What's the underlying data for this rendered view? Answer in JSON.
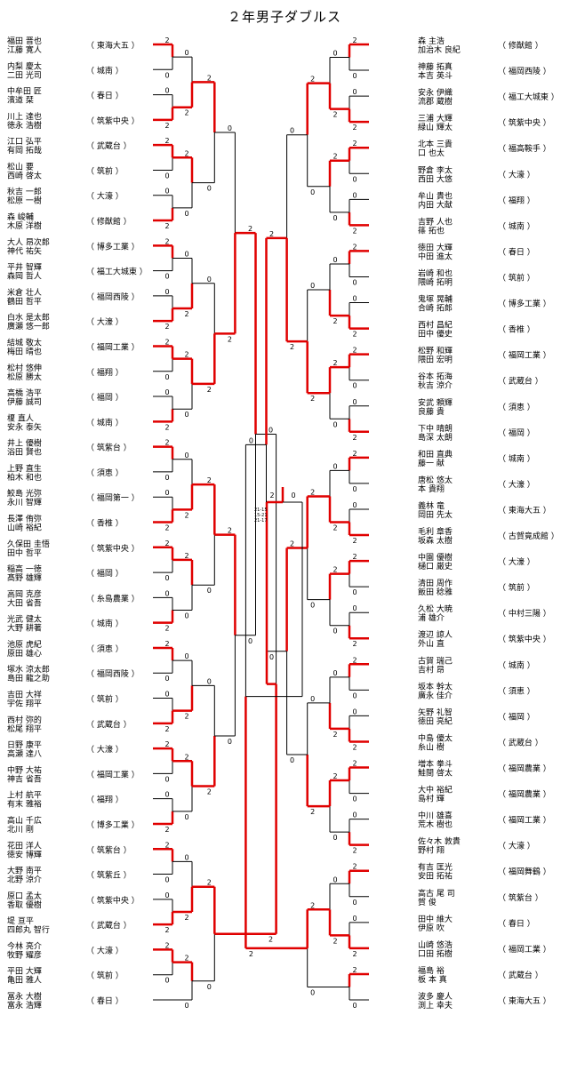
{
  "title": "２年男子ダブルス",
  "left": [
    {
      "p1": "福田 晋也",
      "p2": "江藤 寛人",
      "school": "東海大五"
    },
    {
      "p1": "内梨 慶太",
      "p2": "二田 光司",
      "school": "城南"
    },
    {
      "p1": "中牟田 匠",
      "p2": "濱道 栞",
      "school": "春日"
    },
    {
      "p1": "川上 達也",
      "p2": "徳永 浩樹",
      "school": "筑紫中央"
    },
    {
      "p1": "江口 弘平",
      "p2": "有岡 拓哉",
      "school": "武蔵台"
    },
    {
      "p1": "松山 要",
      "p2": "西崎 啓太",
      "school": "筑前"
    },
    {
      "p1": "秋吉 一郎",
      "p2": "松原 一樹",
      "school": "大濠"
    },
    {
      "p1": "森 峻輔",
      "p2": "木原 洋樹",
      "school": "修猷館"
    },
    {
      "p1": "大人 昂次郎",
      "p2": "神代 祐矢",
      "school": "博多工業"
    },
    {
      "p1": "平井 智輝",
      "p2": "森岡 哲人",
      "school": "福工大城東"
    },
    {
      "p1": "米倉 壮人",
      "p2": "鶴田 哲平",
      "school": "福岡西陵"
    },
    {
      "p1": "白水 是太郎",
      "p2": "廣瀬 悠一郎",
      "school": "大濠"
    },
    {
      "p1": "結城 敬太",
      "p2": "梅田 晴也",
      "school": "福岡工業"
    },
    {
      "p1": "松村 悠伸",
      "p2": "松原 勝太",
      "school": "福翔"
    },
    {
      "p1": "高橋 浩平",
      "p2": "伊藤 誠司",
      "school": "福岡"
    },
    {
      "p1": "榎 直人",
      "p2": "安永 泰矢",
      "school": "城南"
    },
    {
      "p1": "井上 優樹",
      "p2": "浴田 賢也",
      "school": "筑紫台"
    },
    {
      "p1": "上野 直生",
      "p2": "柏木 和也",
      "school": "須恵"
    },
    {
      "p1": "鮫島 光弥",
      "p2": "永川 智輝",
      "school": "福岡第一"
    },
    {
      "p1": "長澤 侑弥",
      "p2": "山崎 裕紀",
      "school": "香椎"
    },
    {
      "p1": "久保田 圭悟",
      "p2": "田中 哲平",
      "school": "筑紫中央"
    },
    {
      "p1": "稲高 一徳",
      "p2": "髙野 雄輝",
      "school": "福岡"
    },
    {
      "p1": "高岡 克彦",
      "p2": "大田 省吾",
      "school": "糸島農業"
    },
    {
      "p1": "光武 健太",
      "p2": "大野 耕著",
      "school": "城南"
    },
    {
      "p1": "池原 虎紀",
      "p2": "原田 雄心",
      "school": "須恵"
    },
    {
      "p1": "塚水 涼太郎",
      "p2": "島田 龍之助",
      "school": "福岡西陵"
    },
    {
      "p1": "吉田 大祥",
      "p2": "宇佐 翔平",
      "school": "筑前"
    },
    {
      "p1": "西村 弥的",
      "p2": "松尾 翔平",
      "school": "武蔵台"
    },
    {
      "p1": "日野 康平",
      "p2": "高瀬 達八",
      "school": "大濠"
    },
    {
      "p1": "中野 大祐",
      "p2": "神吉 省吾",
      "school": "福岡工業"
    },
    {
      "p1": "上村 航平",
      "p2": "有末 雅裕",
      "school": "福翔"
    },
    {
      "p1": "高山 千広",
      "p2": "北川 剛",
      "school": "博多工業"
    },
    {
      "p1": "花田 洋人",
      "p2": "徳安 博輝",
      "school": "筑紫台"
    },
    {
      "p1": "大野 南平",
      "p2": "北野 涼介",
      "school": "筑紫丘"
    },
    {
      "p1": "原口 孟太",
      "p2": "香取 優樹",
      "school": "筑紫中央"
    },
    {
      "p1": "堤 亘平",
      "p2": "四郎丸 智行",
      "school": "武蔵台"
    },
    {
      "p1": "今林 亮介",
      "p2": "牧野 耀彦",
      "school": "大濠"
    },
    {
      "p1": "平田 大輝",
      "p2": "亀田 雅人",
      "school": "筑前"
    },
    {
      "p1": "冨永 大樹",
      "p2": "富永 浩輝",
      "school": "春日"
    }
  ],
  "right": [
    {
      "p1": "森 主浩",
      "p2": "加治木 良紀",
      "school": "修猷館"
    },
    {
      "p1": "神藤 拓真",
      "p2": "本吉 英斗",
      "school": "福岡西陵"
    },
    {
      "p1": "安永 伊織",
      "p2": "流郡 蔵樹",
      "school": "福工大城東"
    },
    {
      "p1": "三浦 大輝",
      "p2": "緑山 輝太",
      "school": "筑紫中央"
    },
    {
      "p1": "北本 三貴",
      "p2": "口 也太",
      "school": "福高鞍手"
    },
    {
      "p1": "野倉 李太",
      "p2": "西田 大悠",
      "school": "大濠"
    },
    {
      "p1": "牟山 貴也",
      "p2": "内田 大献",
      "school": "福翔"
    },
    {
      "p1": "吉野 人也",
      "p2": "篠 拓也",
      "school": "城南"
    },
    {
      "p1": "徳田 大輝",
      "p2": "中田 進太",
      "school": "春日"
    },
    {
      "p1": "岩崎 和也",
      "p2": "隈崎 拓明",
      "school": "筑前"
    },
    {
      "p1": "鬼塚 晃輔",
      "p2": "合崎 拓郎",
      "school": "博多工業"
    },
    {
      "p1": "西村 昌紀",
      "p2": "田中 優史",
      "school": "香椎"
    },
    {
      "p1": "松野 和輝",
      "p2": "隈田 宏明",
      "school": "福岡工業"
    },
    {
      "p1": "谷本 拓海",
      "p2": "秋吉 涼介",
      "school": "武蔵台"
    },
    {
      "p1": "安武 頼輝",
      "p2": "良藤 貴",
      "school": "須恵"
    },
    {
      "p1": "下中 晴朗",
      "p2": "島深 太朗",
      "school": "福岡"
    },
    {
      "p1": "和田 直典",
      "p2": "藤一 献",
      "school": "城南"
    },
    {
      "p1": "唐松 悠太",
      "p2": "本 貴翔",
      "school": "大濠"
    },
    {
      "p1": "義林 竜",
      "p2": "岡田 先太",
      "school": "東海大五"
    },
    {
      "p1": "毛利 章香",
      "p2": "坂森 太樹",
      "school": "古賀竟成館"
    },
    {
      "p1": "中園 優樹",
      "p2": "樋口 厳史",
      "school": "大濠"
    },
    {
      "p1": "清田 周作",
      "p2": "飯田 稔雅",
      "school": "筑前"
    },
    {
      "p1": "久松 大暁",
      "p2": "浦 雄介",
      "school": "中村三陽"
    },
    {
      "p1": "渡辺 諒人",
      "p2": "外山 直",
      "school": "筑紫中央"
    },
    {
      "p1": "古賀 瑞己",
      "p2": "吉村 昂",
      "school": "城南"
    },
    {
      "p1": "坂本 幹太",
      "p2": "廣永 佳介",
      "school": "須恵"
    },
    {
      "p1": "矢野 礼智",
      "p2": "徳田 亮紀",
      "school": "福岡"
    },
    {
      "p1": "中島 優太",
      "p2": "糸山 樹",
      "school": "武蔵台"
    },
    {
      "p1": "増本 拳斗",
      "p2": "鮭間 啓太",
      "school": "福岡農業"
    },
    {
      "p1": "大中 裕紀",
      "p2": "島村 輝",
      "school": "福岡農業"
    },
    {
      "p1": "中川 雄喜",
      "p2": "荒木 樹也",
      "school": "福岡工業"
    },
    {
      "p1": "佐々木 敦貴",
      "p2": "野村 翔",
      "school": "大濠"
    },
    {
      "p1": "有吉 匡光",
      "p2": "安田 拓祐",
      "school": "福岡舞鶴"
    },
    {
      "p1": "高古 尾 司",
      "p2": "賀 俊",
      "school": "筑紫台"
    },
    {
      "p1": "田中 維大",
      "p2": "伊原 吹",
      "school": "春日"
    },
    {
      "p1": "山崎 悠浩",
      "p2": "口田 拓樹",
      "school": "福岡工業"
    },
    {
      "p1": "福島 裕",
      "p2": "板 本 真",
      "school": "武蔵台"
    },
    {
      "p1": "波多 慶人",
      "p2": "渕上 幸夫",
      "school": "東海大五"
    }
  ],
  "final_scores": [
    "21-15",
    "15-21",
    "21-17"
  ],
  "final_wins": [
    "2",
    "0"
  ]
}
